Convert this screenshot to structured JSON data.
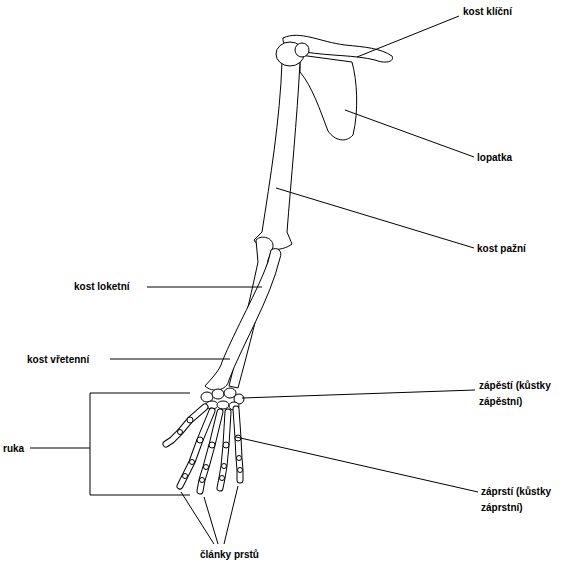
{
  "diagram": {
    "labels": [
      "kost klíční",
      "lopatka",
      "kost pažní",
      "kost loketní",
      "kost vřetenní",
      "zápěstí (kůstky zápěstní)",
      "ruka",
      "záprstí (kůstky záprstní)",
      "články prstů"
    ]
  }
}
